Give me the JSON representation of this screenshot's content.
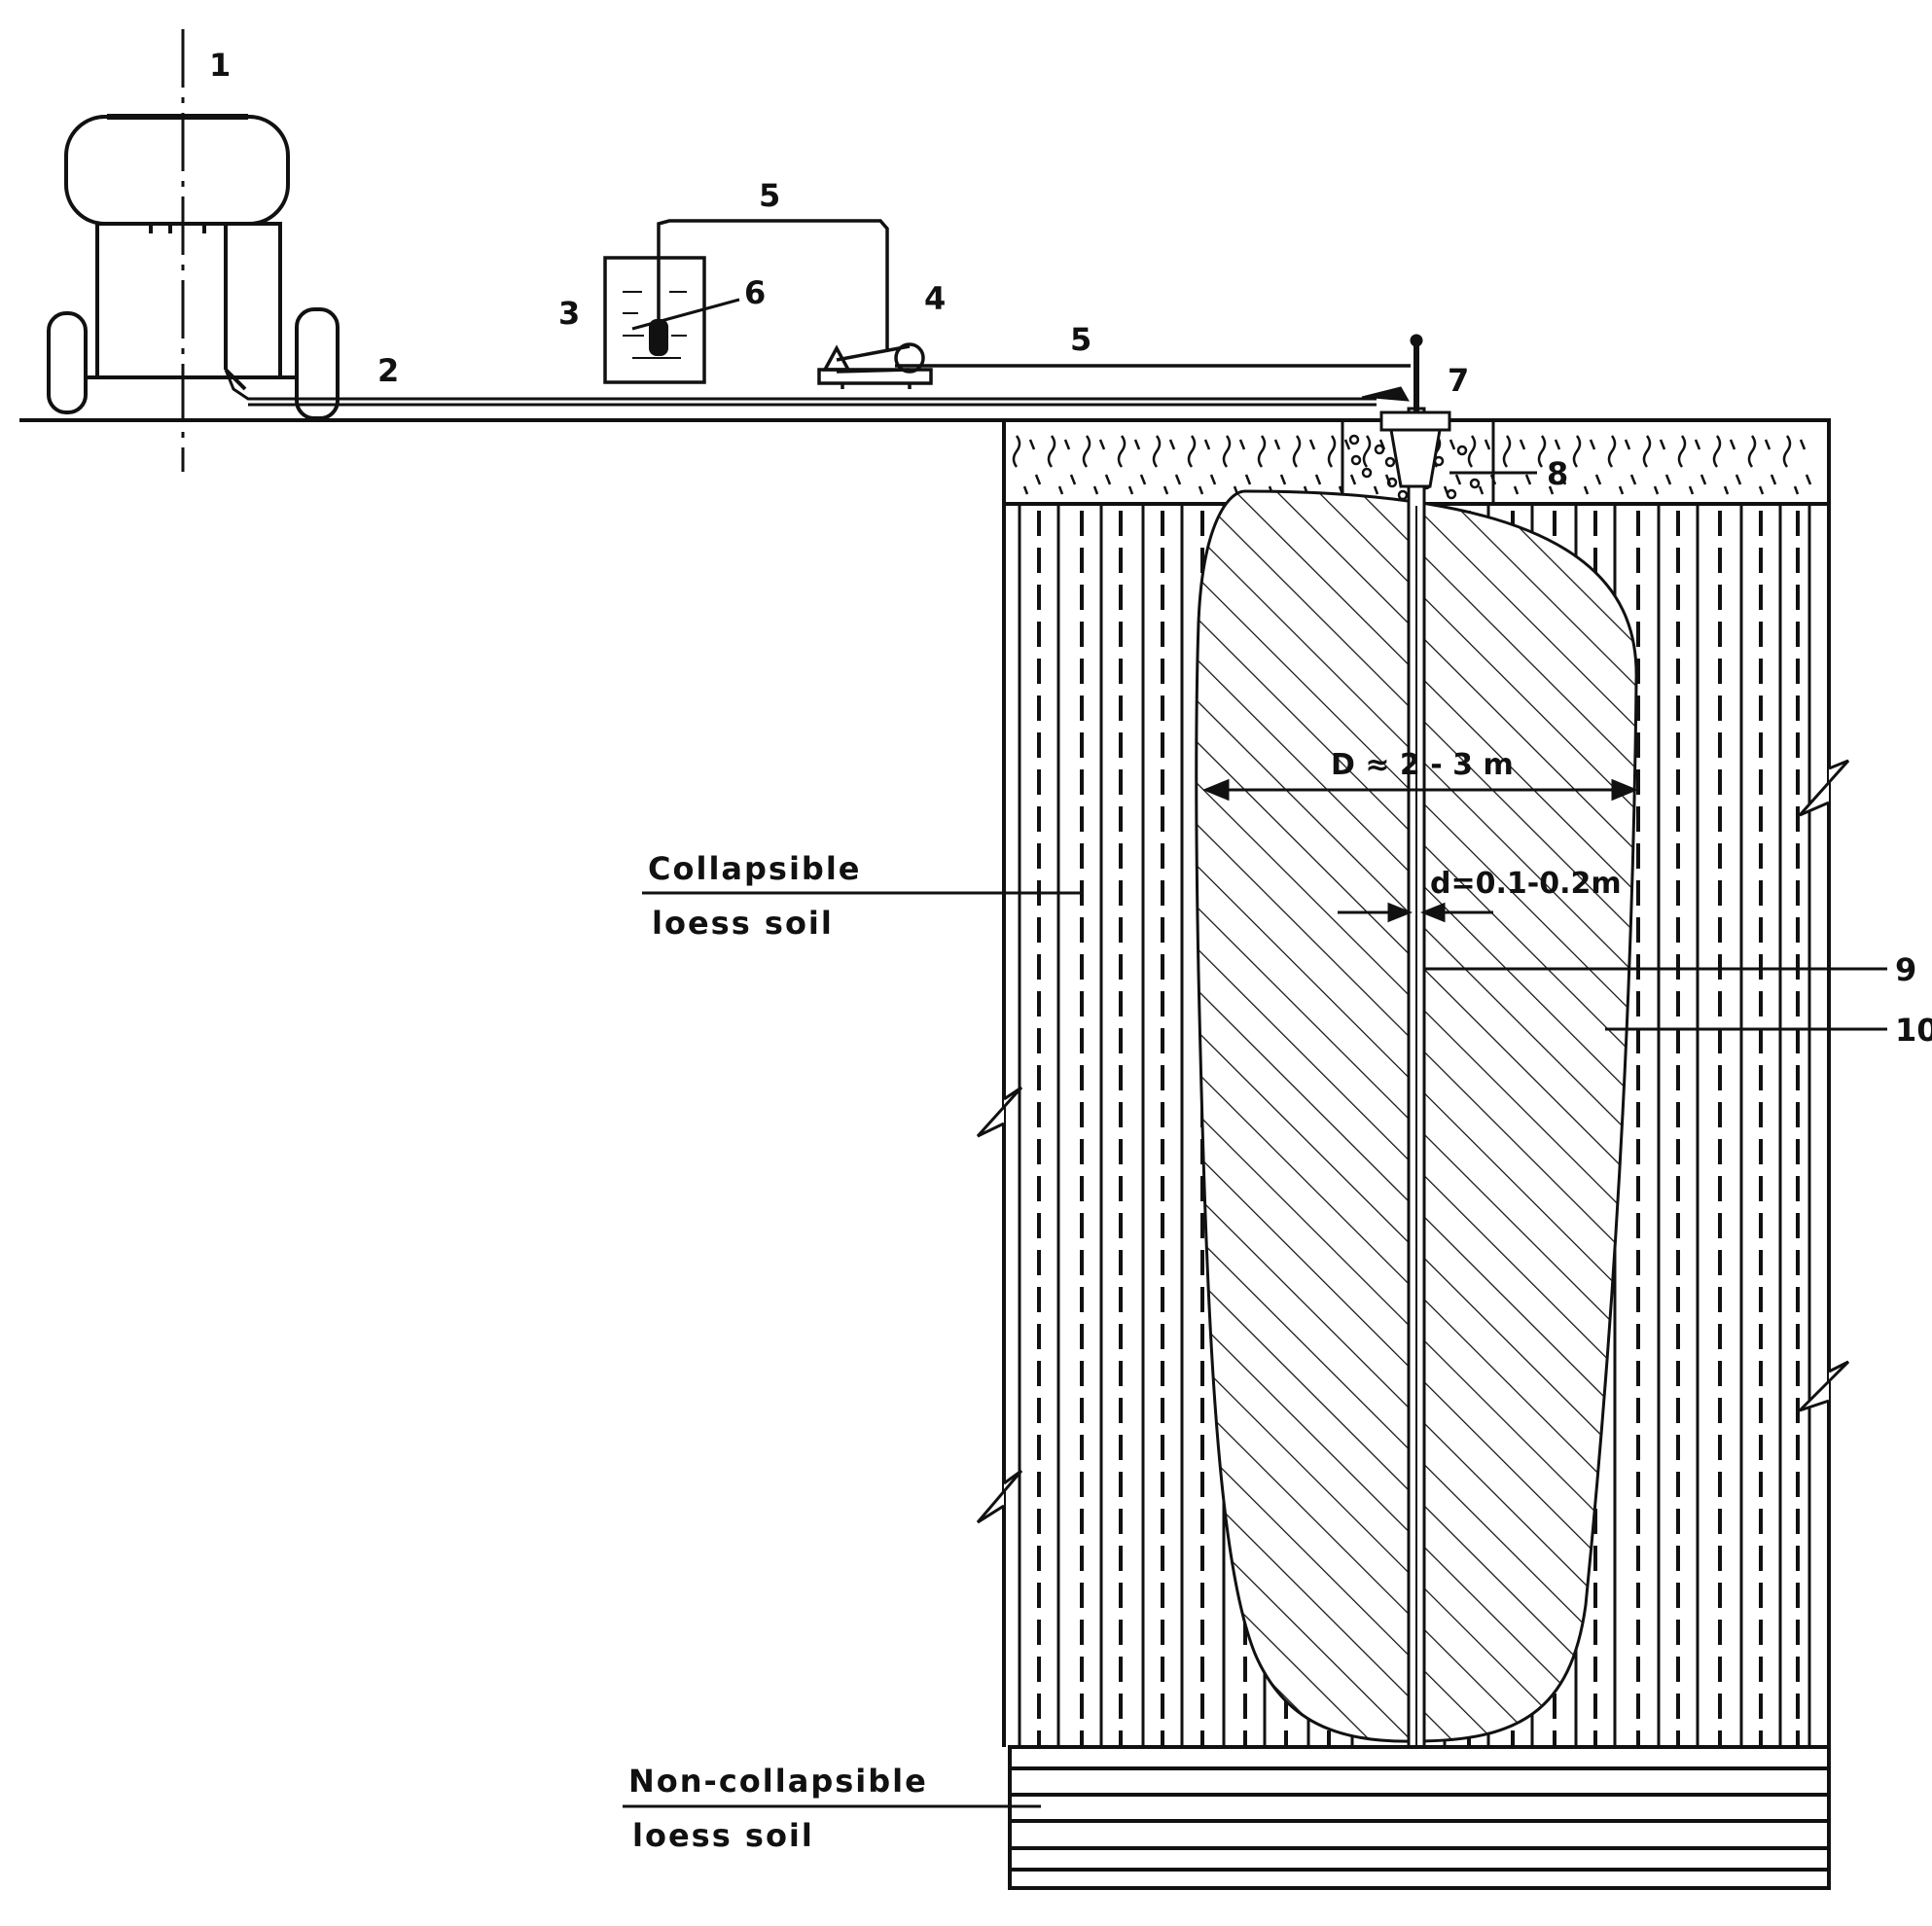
{
  "labels": {
    "n1": "1",
    "n2": "2",
    "n3": "3",
    "n4": "4",
    "n5_top": "5",
    "n5_mid": "5",
    "n6": "6",
    "n7": "7",
    "n8": "8",
    "n9": "9",
    "n10": "10"
  },
  "dimensions": {
    "D": "D ≈ 2 - 3 m",
    "d": "d=0.1-0.2m"
  },
  "soil_layers": {
    "collapsible_line1": "Collapsible",
    "collapsible_line2": "loess soil",
    "noncollapsible_line1": "Non-collapsible",
    "noncollapsible_line2": "loess soil"
  },
  "colors": {
    "ink": "#111111",
    "background": "#ffffff"
  }
}
